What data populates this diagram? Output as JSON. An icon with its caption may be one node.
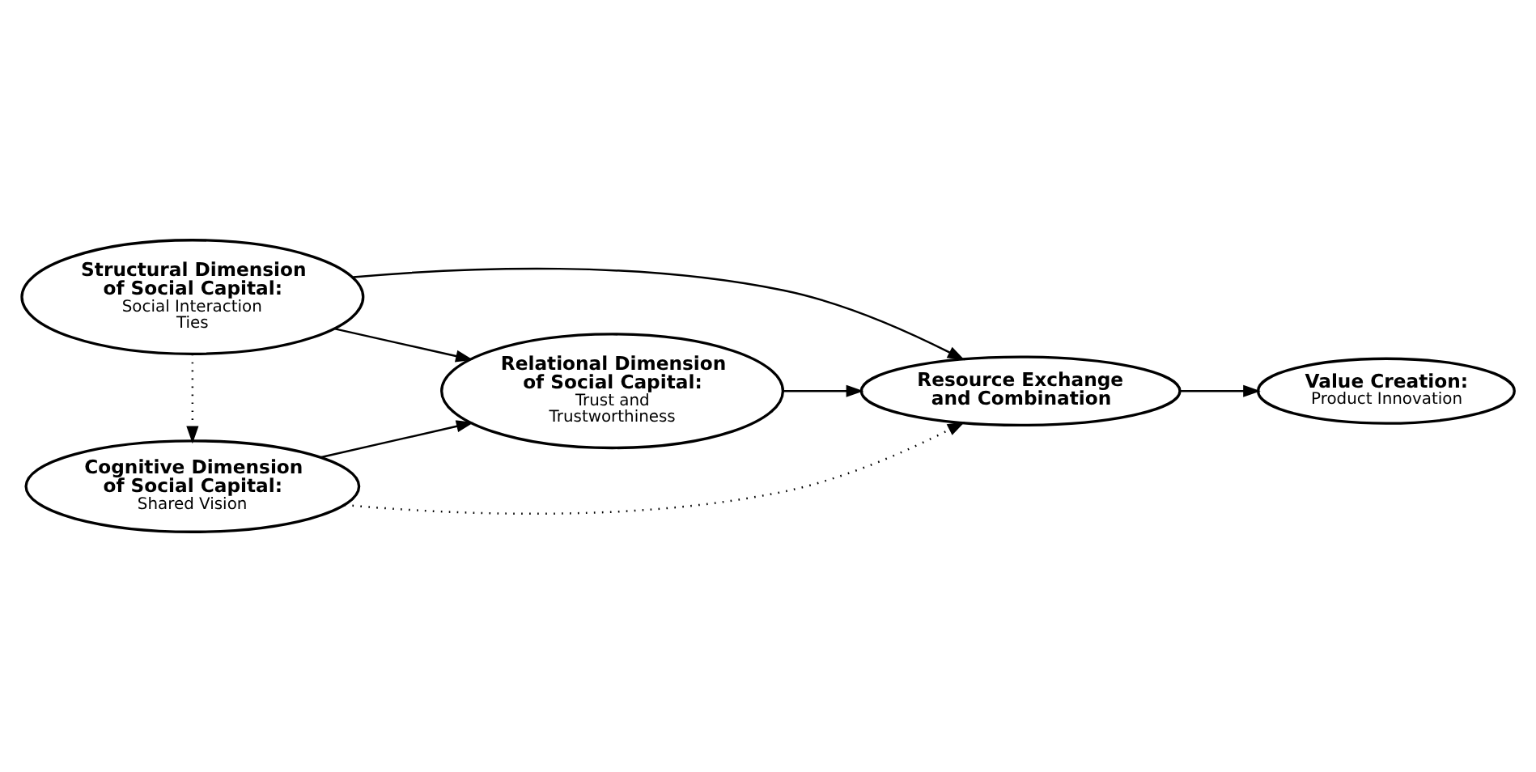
{
  "diagram": {
    "nodes": [
      {
        "text": [
          "Structural Dimension of Social Capital:",
          "Social Interaction Ties"
        ]
      },
      {
        "text": [
          "Relational Dimension of Social Capital:",
          "Trust and Trustworthiness"
        ]
      },
      {
        "text": [
          "Resource Exchange and Combination"
        ]
      },
      {
        "text": [
          "Value Creation:",
          "Product Innovation"
        ]
      },
      {
        "text": [
          "Cognitive Dimension of Social Capital:",
          "Shared Vision"
        ]
      }
    ],
    "edges": [
      {
        "from": 0,
        "to": 1,
        "arrow": "to"
      },
      {
        "from": 0,
        "to": 2,
        "arrow": "to"
      },
      {
        "from": 0,
        "to": 4,
        "arrow": "to",
        "style": "dashed"
      },
      {
        "from": 4,
        "to": 1,
        "arrow": "to"
      },
      {
        "from": 4,
        "to": 2,
        "arrow": "to",
        "style": "dashed"
      },
      {
        "from": 1,
        "to": 2,
        "arrow": "to"
      },
      {
        "from": 2,
        "to": 3,
        "arrow": "to"
      }
    ]
  }
}
